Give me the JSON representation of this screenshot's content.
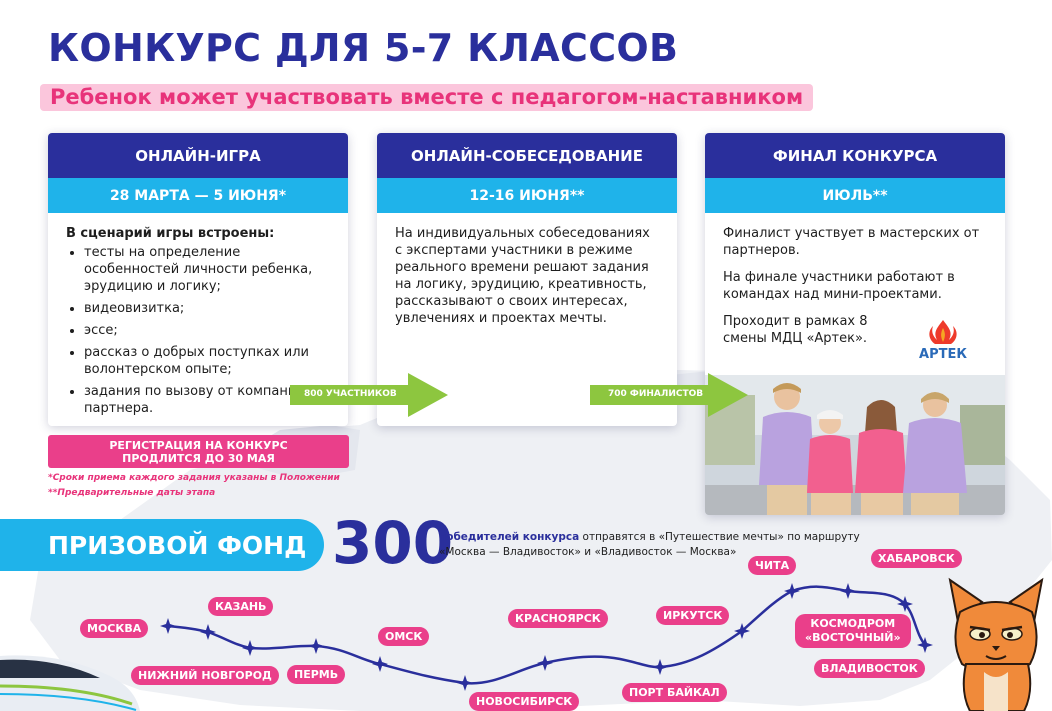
{
  "header": {
    "title": "КОНКУРС ДЛЯ 5-7 КЛАССОВ",
    "subtitle": "Ребенок может участвовать вместе с педагогом-наставником"
  },
  "stages": [
    {
      "title": "ОНЛАЙН-ИГРА",
      "date": "28 МАРТА — 5 ИЮНЯ*",
      "intro": "В сценарий игры встроены:",
      "items": [
        "тесты на определение особенностей личности ребенка, эрудицию и логику;",
        "видеовизитка;",
        "эссе;",
        "рассказ о добрых поступках или волонтерском опыте;",
        "задания по вызову от компании-партнера."
      ]
    },
    {
      "title": "ОНЛАЙН-СОБЕСЕДОВАНИЕ",
      "date": "12-16 ИЮНЯ**",
      "text": "На индивидуальных собеседованиях с экспертами участники в режиме реального времени решают задания на логику, эрудицию, креативность, рассказывают о своих интересах, увлечениях и проектах мечты."
    },
    {
      "title": "ФИНАЛ КОНКУРСА",
      "date": "ИЮЛЬ**",
      "p1": "Финалист участвует в мастерских от партнеров.",
      "p2": "На финале участники работают в командах над мини-проектами.",
      "p3": "Проходит в рамках 8 смены МДЦ «Артек»."
    }
  ],
  "arrows": {
    "first": "800 УЧАСТНИКОВ",
    "second": "700 ФИНАЛИСТОВ"
  },
  "registration": {
    "line1": "РЕГИСТРАЦИЯ НА КОНКУРС",
    "line2": "ПРОДЛИТСЯ ДО 30 МАЯ"
  },
  "notes": {
    "n1": "*Сроки приема каждого задания указаны в Положении",
    "n2": "**Предварительные даты этапа"
  },
  "artek_logo": "АРТЕК",
  "prize": {
    "label": "ПРИЗОВОЙ ФОНД",
    "number": "300",
    "text_strong": "победителей конкурса",
    "text_rest": " отправятся в «Путешествие мечты» по маршруту",
    "text_line2": "«Москва — Владивосток» и «Владивосток — Москва»"
  },
  "route": {
    "moscow": "МОСКВА",
    "kazan": "КАЗАНЬ",
    "nizhny": "НИЖНИЙ НОВГОРОД",
    "perm": "ПЕРМЬ",
    "omsk": "ОМСК",
    "novosibirsk": "НОВОСИБИРСК",
    "krasnoyarsk": "КРАСНОЯРСК",
    "irkutsk": "ИРКУТСК",
    "port_baikal": "ПОРТ БАЙКАЛ",
    "chita": "ЧИТА",
    "khabarovsk": "ХАБАРОВСК",
    "kosmodrom_1": "КОСМОДРОМ",
    "kosmodrom_2": "«ВОСТОЧНЫЙ»",
    "vladivostok": "ВЛАДИВОСТОК"
  },
  "colors": {
    "navy": "#2a2f9c",
    "cyan": "#1fb3ea",
    "pink": "#ea3f8a",
    "green": "#8dc63f"
  }
}
